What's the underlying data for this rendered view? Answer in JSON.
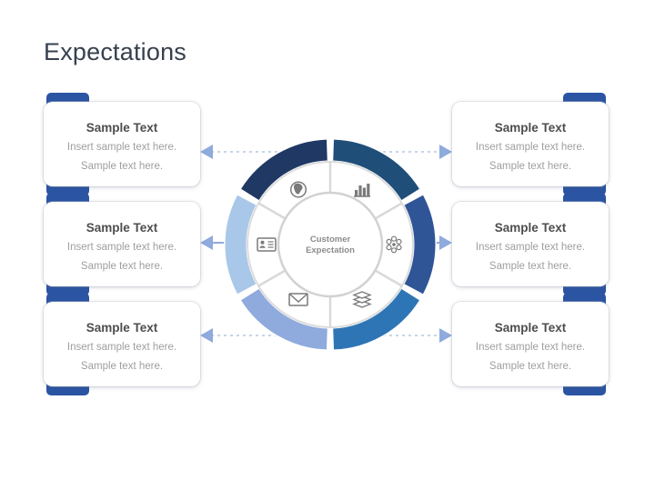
{
  "slide": {
    "title": "Expectations",
    "background": "#FFFFFF"
  },
  "hub": {
    "title_line1": "Customer",
    "title_line2": "Expectation"
  },
  "segments": [
    {
      "id": "top-left",
      "icon": "globe-icon",
      "color": "#1F3864",
      "angle": 120
    },
    {
      "id": "top-right",
      "icon": "bar-chart-icon",
      "color": "#1F4E79",
      "angle": 60
    },
    {
      "id": "right",
      "icon": "atom-icon",
      "color": "#2F5597",
      "angle": 0
    },
    {
      "id": "bottom-right",
      "icon": "stack-icon",
      "color": "#2E75B6",
      "angle": -60
    },
    {
      "id": "bottom-left",
      "icon": "envelope-icon",
      "color": "#8FAADC",
      "angle": -120
    },
    {
      "id": "left",
      "icon": "id-card-icon",
      "color": "#A9C7E9",
      "angle": 180
    }
  ],
  "cards": {
    "left": [
      {
        "title": "Sample Text",
        "line1": "Insert sample text here.",
        "line2": "Sample text here."
      },
      {
        "title": "Sample Text",
        "line1": "Insert sample text here.",
        "line2": "Sample text here."
      },
      {
        "title": "Sample Text",
        "line1": "Insert sample text here.",
        "line2": "Sample text here."
      }
    ],
    "right": [
      {
        "title": "Sample Text",
        "line1": "Insert sample text here.",
        "line2": "Sample text here."
      },
      {
        "title": "Sample Text",
        "line1": "Insert sample text here.",
        "line2": "Sample text here."
      },
      {
        "title": "Sample Text",
        "line1": "Insert sample text here.",
        "line2": "Sample text here."
      }
    ]
  },
  "accents": {
    "tab_color": "#2B54A3",
    "arrow_color": "#8FAADC",
    "dash_color": "#C8D4E8",
    "icon_color": "#7A7A7A",
    "title_color": "#37404E"
  }
}
